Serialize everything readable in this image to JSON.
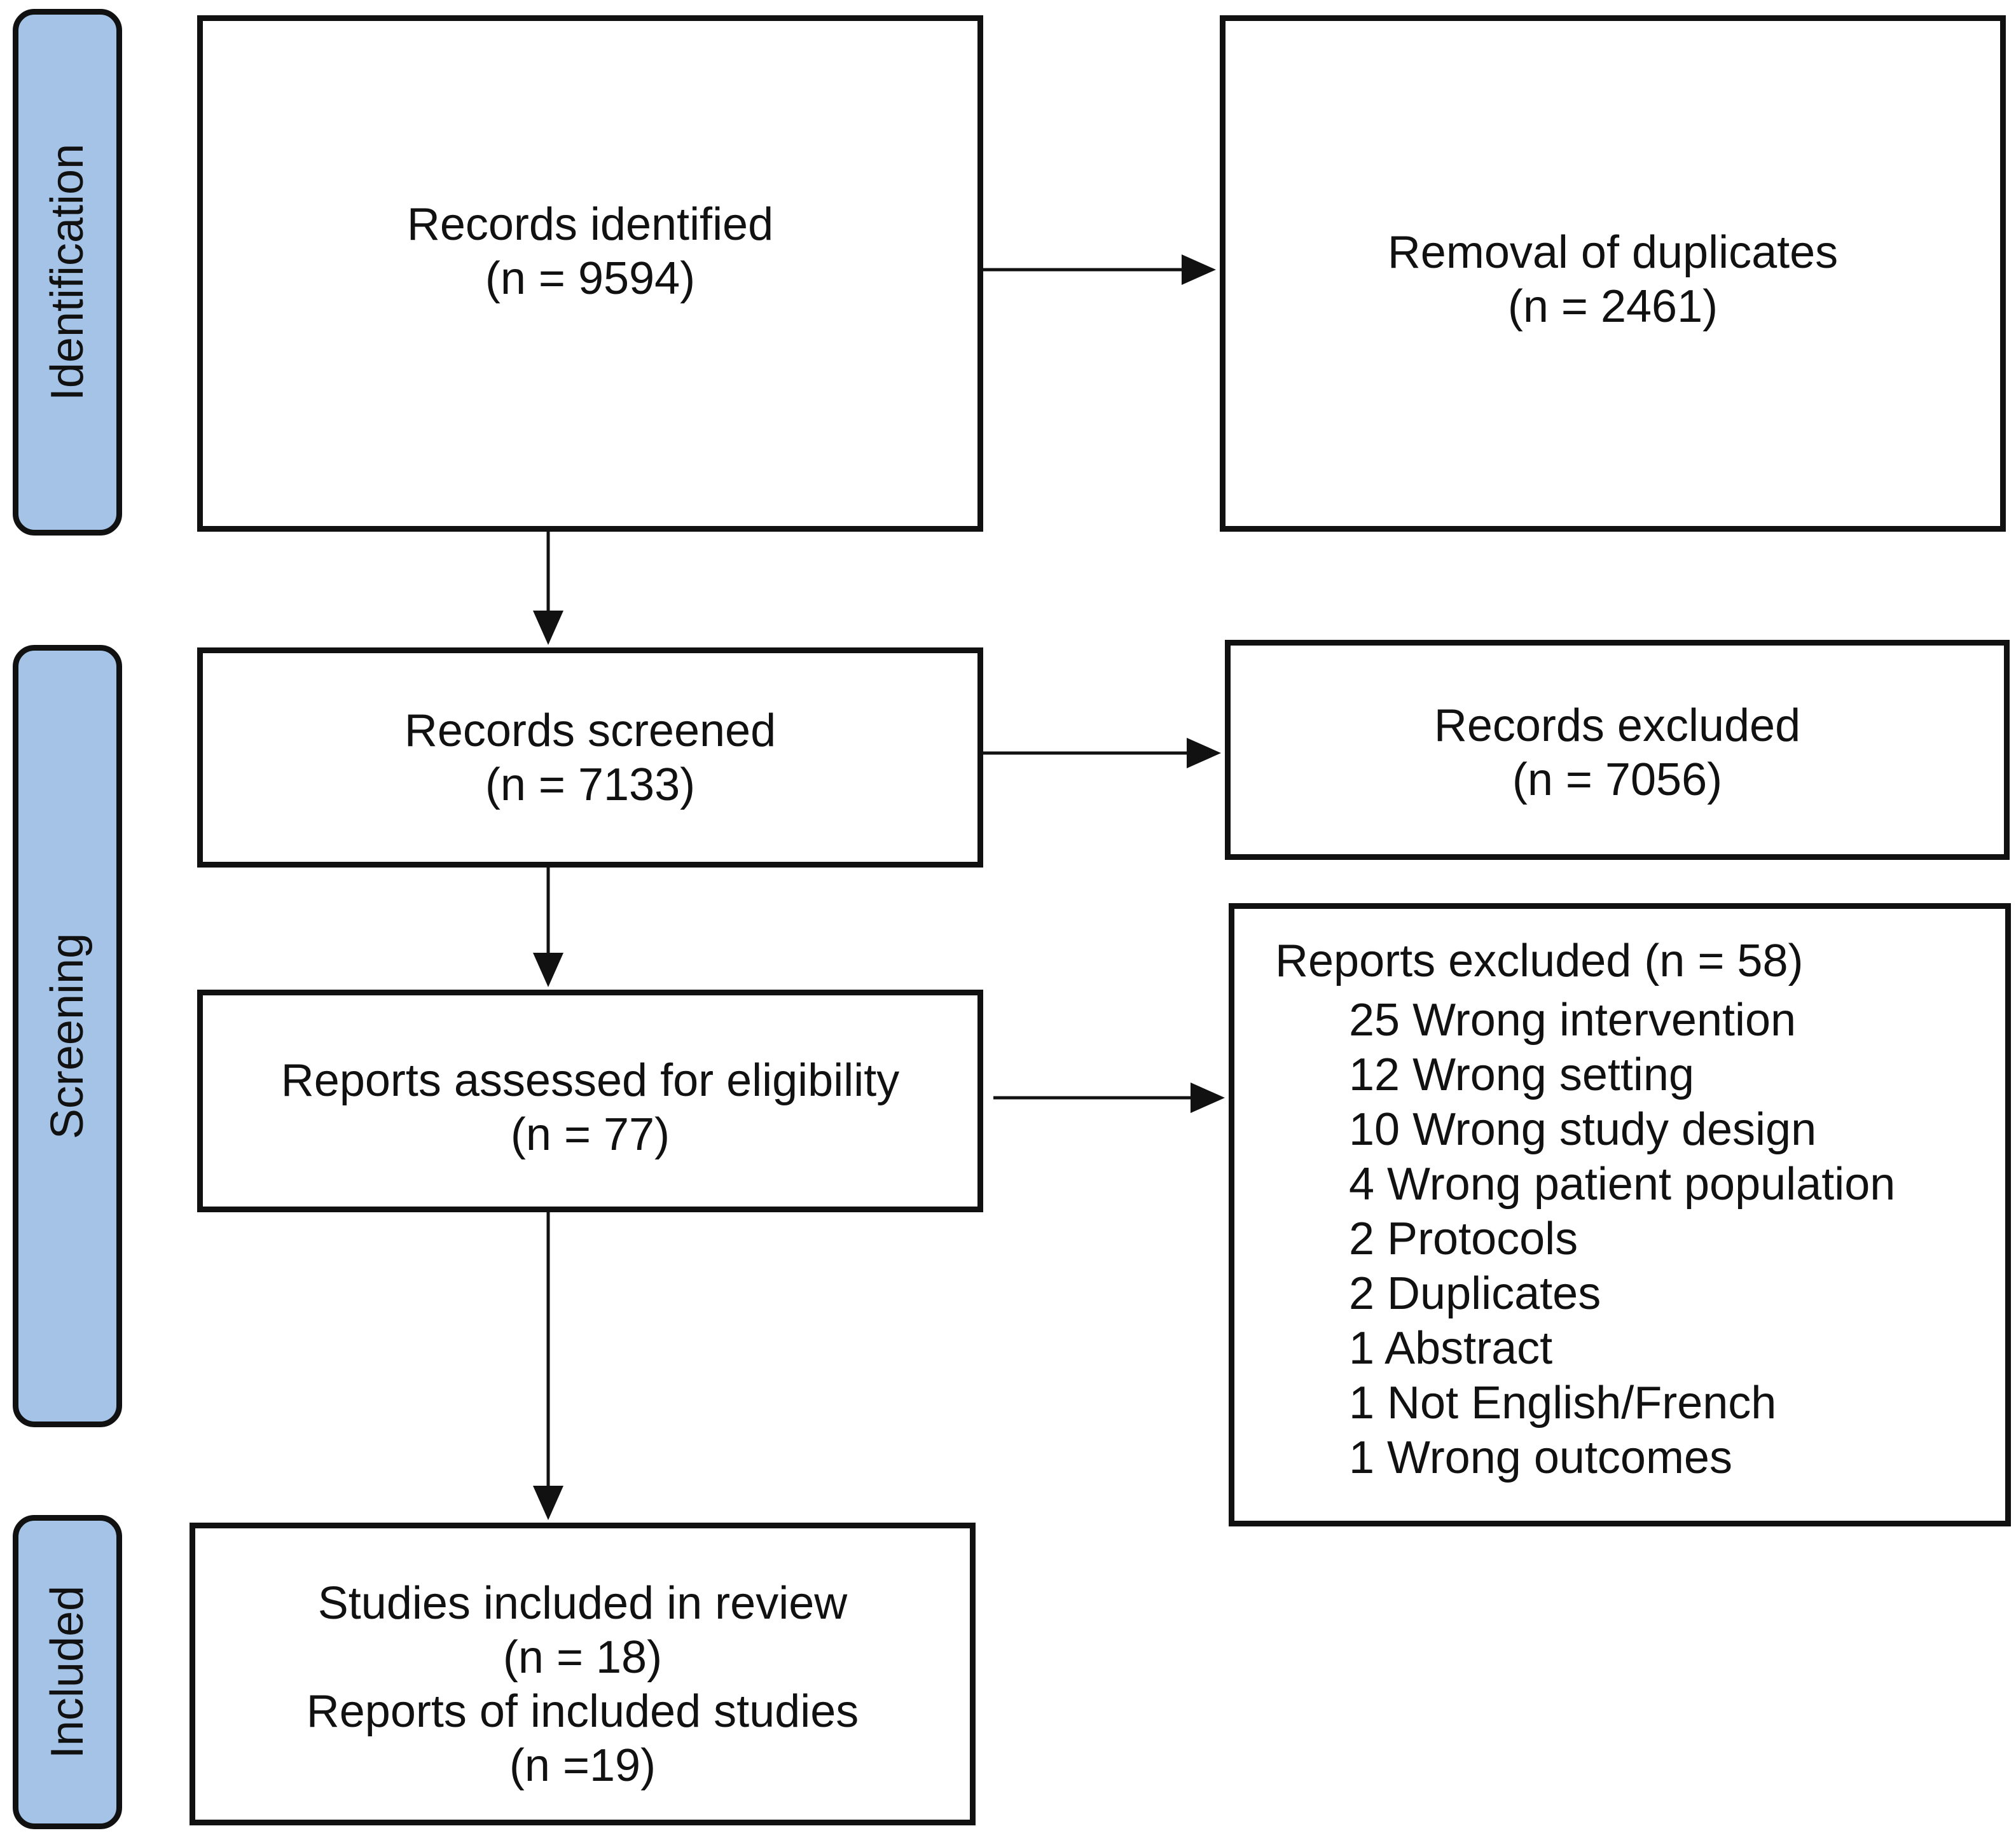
{
  "phases": {
    "identification": "Identification",
    "screening": "Screening",
    "included": "Included"
  },
  "boxes": {
    "records_identified": {
      "label": "Records identified",
      "count": "(n = 9594)"
    },
    "removal_duplicates": {
      "label": "Removal of duplicates",
      "count": "(n = 2461)"
    },
    "records_screened": {
      "label": "Records screened",
      "count": "(n = 7133)"
    },
    "records_excluded": {
      "label": "Records excluded",
      "count": "(n = 7056)"
    },
    "reports_assessed": {
      "label": "Reports assessed for eligibility",
      "count": "(n = 77)"
    },
    "reports_excluded": {
      "label": "Reports excluded (n = 58)",
      "reasons": [
        "25 Wrong intervention",
        "12 Wrong setting",
        "10 Wrong study design",
        "4 Wrong patient population",
        "2 Protocols",
        "2 Duplicates",
        "1 Abstract",
        "1 Not English/French",
        "1 Wrong outcomes"
      ]
    },
    "included": {
      "studies_label": "Studies included in review",
      "studies_count": "(n = 18)",
      "reports_label": "Reports of included studies",
      "reports_count": "(n =19)"
    }
  }
}
